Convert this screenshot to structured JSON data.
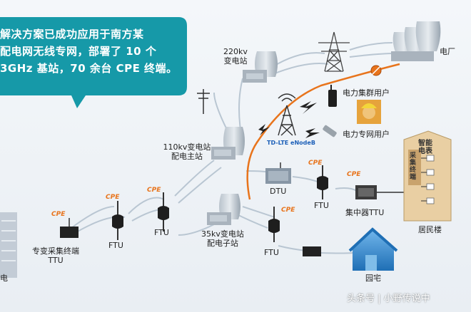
{
  "callout": {
    "lines": [
      "解决方案已成功应用于南方某",
      "配电网无线专网，部署了 10 个",
      "3GHz 基站，70 余台 CPE 终端。"
    ]
  },
  "labels": {
    "substation_220": [
      "220kv",
      "变电站"
    ],
    "power_plant": "电厂",
    "user_collect": "电力集群用户",
    "user_special": "电力专网用户",
    "substation_110": [
      "110kv变电站",
      "配电主站"
    ],
    "base_station": "TD-LTE eNodeB",
    "dtu": "DTU",
    "ftu_mid": "FTU",
    "ftu_left": "FTU",
    "ftu_right": "FTU",
    "ftu_bottom": "FTU",
    "concentrator": "集中器TTU",
    "residential": "居民楼",
    "smart_meter": [
      "智能",
      "电表"
    ],
    "meter_collect": "采集终端",
    "substation_35": [
      "35kv变电站",
      "配电子站"
    ],
    "special_terminal": [
      "专变采集终端",
      "TTU"
    ],
    "home": "园宅",
    "partial_left": "电",
    "cpe": "CPE"
  },
  "watermark": "头条号 | 小野传说中",
  "colors": {
    "callout": "#1699a8",
    "fiber": "#e8741c",
    "wireless": "#b9c6d2",
    "home_blue": "#2f86c9"
  }
}
